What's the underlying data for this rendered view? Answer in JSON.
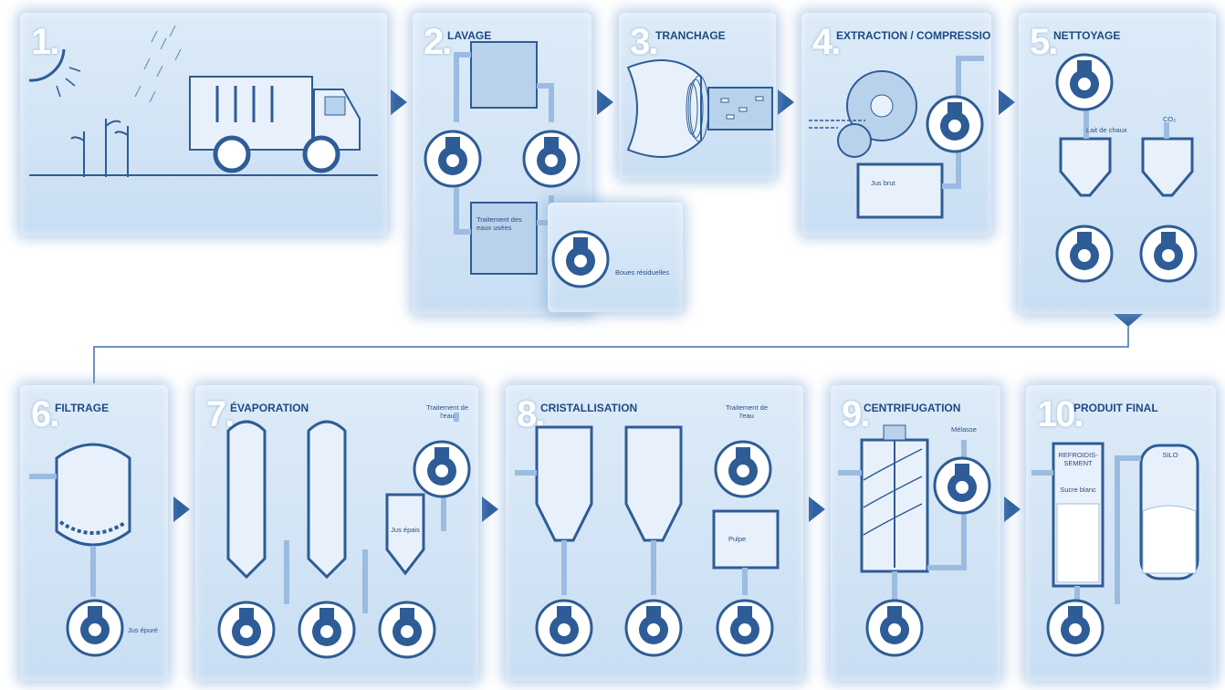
{
  "steps": [
    {
      "num": "1.",
      "title": ""
    },
    {
      "num": "2.",
      "title": "LAVAGE"
    },
    {
      "num": "3.",
      "title": "TRANCHAGE"
    },
    {
      "num": "4.",
      "title": "EXTRACTION / COMPRESSION"
    },
    {
      "num": "5.",
      "title": "NETTOYAGE"
    },
    {
      "num": "6.",
      "title": "FILTRAGE"
    },
    {
      "num": "7.",
      "title": "ÉVAPORATION"
    },
    {
      "num": "8.",
      "title": "CRISTALLISATION"
    },
    {
      "num": "9.",
      "title": "CENTRIFUGATION"
    },
    {
      "num": "10.",
      "title": "PRODUIT FINAL"
    }
  ],
  "labels": {
    "wastewater": "Traitement des eaux usées",
    "sludge": "Boues résiduelles",
    "raw_juice": "Jus brut",
    "lime_milk": "Lait de chaux",
    "co2": "CO₂",
    "purified_juice": "Jus épuré",
    "water_treatment_7": "Traitement de l'eau",
    "thick_juice": "Jus épais",
    "water_treatment_8": "Traitement de l'eau",
    "pulp": "Pulpe",
    "molasses": "Mélasse",
    "cooling": "REFROIDIS-SEMENT",
    "white_sugar": "Sucre blanc",
    "silo": "SILO"
  },
  "colors": {
    "panel": "#d4e5f6",
    "arrow": "#2d5f9e",
    "title": "#1e4a82",
    "pump_dark": "#2e5c96",
    "pump_light": "#ffffff"
  }
}
